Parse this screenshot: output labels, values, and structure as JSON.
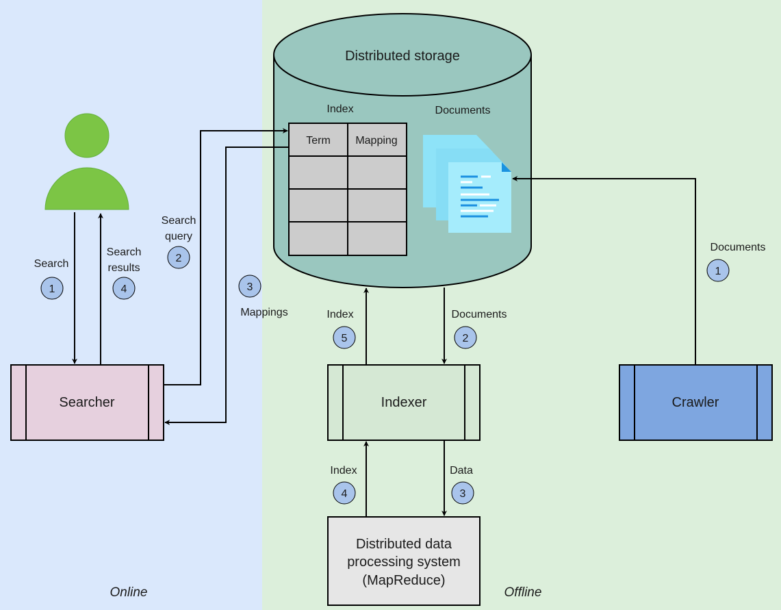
{
  "zones": {
    "online": "Online",
    "offline": "Offline"
  },
  "storage": {
    "title": "Distributed storage",
    "index_label": "Index",
    "documents_label": "Documents",
    "table_headers": [
      "Term",
      "Mapping"
    ]
  },
  "nodes": {
    "searcher": "Searcher",
    "indexer": "Indexer",
    "crawler": "Crawler",
    "processing": [
      "Distributed data",
      "processing system",
      "(MapReduce)"
    ]
  },
  "edges": {
    "search": {
      "label": "Search",
      "step": "1"
    },
    "search_results": {
      "label": [
        "Search",
        "results"
      ],
      "step": "4"
    },
    "search_query": {
      "label": [
        "Search",
        "query"
      ],
      "step": "2"
    },
    "mappings": {
      "label": "Mappings",
      "step": "3"
    },
    "indexer_index": {
      "label": "Index",
      "step": "5"
    },
    "indexer_documents": {
      "label": "Documents",
      "step": "2"
    },
    "mr_index": {
      "label": "Index",
      "step": "4"
    },
    "mr_data": {
      "label": "Data",
      "step": "3"
    },
    "crawler_documents": {
      "label": "Documents",
      "step": "1"
    }
  },
  "colors": {
    "online_bg": "#dae8fc",
    "offline_bg": "#d5e8d4",
    "storage_fill": "#9ac7bf",
    "table_fill": "#cccccc",
    "searcher_fill": "#e6d0de",
    "indexer_fill": "#d5e8d4",
    "crawler_fill": "#7ea6e0",
    "processing_fill": "#e6e6e6",
    "step_circle_fill": "#a9c4eb",
    "user_icon": "#7cc545"
  }
}
